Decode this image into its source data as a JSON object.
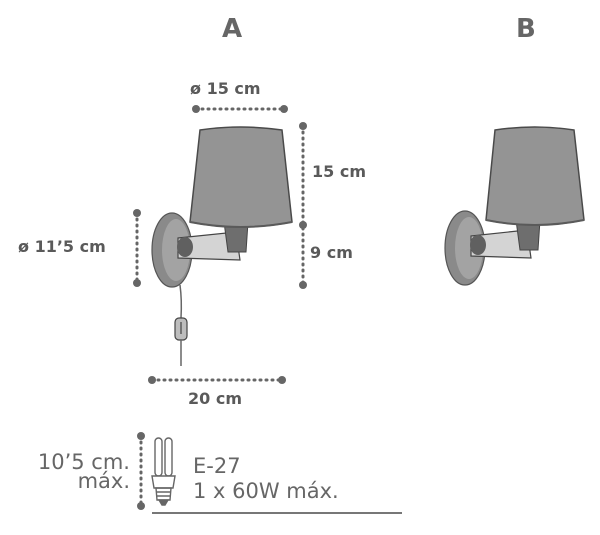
{
  "variants": {
    "a": "A",
    "b": "B"
  },
  "dimensions": {
    "shade_diameter": "ø 15 cm",
    "shade_height": "15 cm",
    "arm_height": "9 cm",
    "base_diameter": "ø 11’5 cm",
    "width": "20 cm"
  },
  "bulb": {
    "length_line1": "10’5 cm.",
    "length_line2": "máx.",
    "socket": "E-27",
    "power": "1 x 60W máx."
  },
  "colors": {
    "shade": "#8f8f8f",
    "shade_dark": "#5e5e5e",
    "base": "#9a9a9a",
    "metal": "#c9c9c9",
    "dots": "#666666",
    "text": "#5a5a5a"
  }
}
